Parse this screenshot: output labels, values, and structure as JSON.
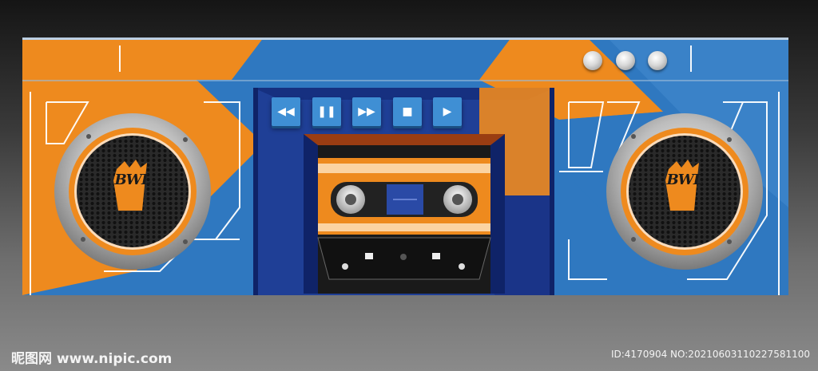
{
  "transport": {
    "rewind": "◀◀",
    "pause": "❚❚",
    "fast_forward": "▶▶",
    "stop": "■",
    "play": "▶"
  },
  "speaker_brand": "BWL",
  "watermark": {
    "site": "昵图网 www.nipic.com",
    "id_line": "ID:4170904 NO:20210603110227581100"
  },
  "colors": {
    "orange": "#ee8a1e",
    "blue": "#2f78c0",
    "navy": "#1f3f96",
    "dark_navy": "#0f2368",
    "grey_rim": "#c8c8c8"
  },
  "icons": [
    "rewind-icon",
    "pause-icon",
    "fast-forward-icon",
    "stop-icon",
    "play-icon",
    "speaker-grille-icon",
    "cassette-icon"
  ]
}
